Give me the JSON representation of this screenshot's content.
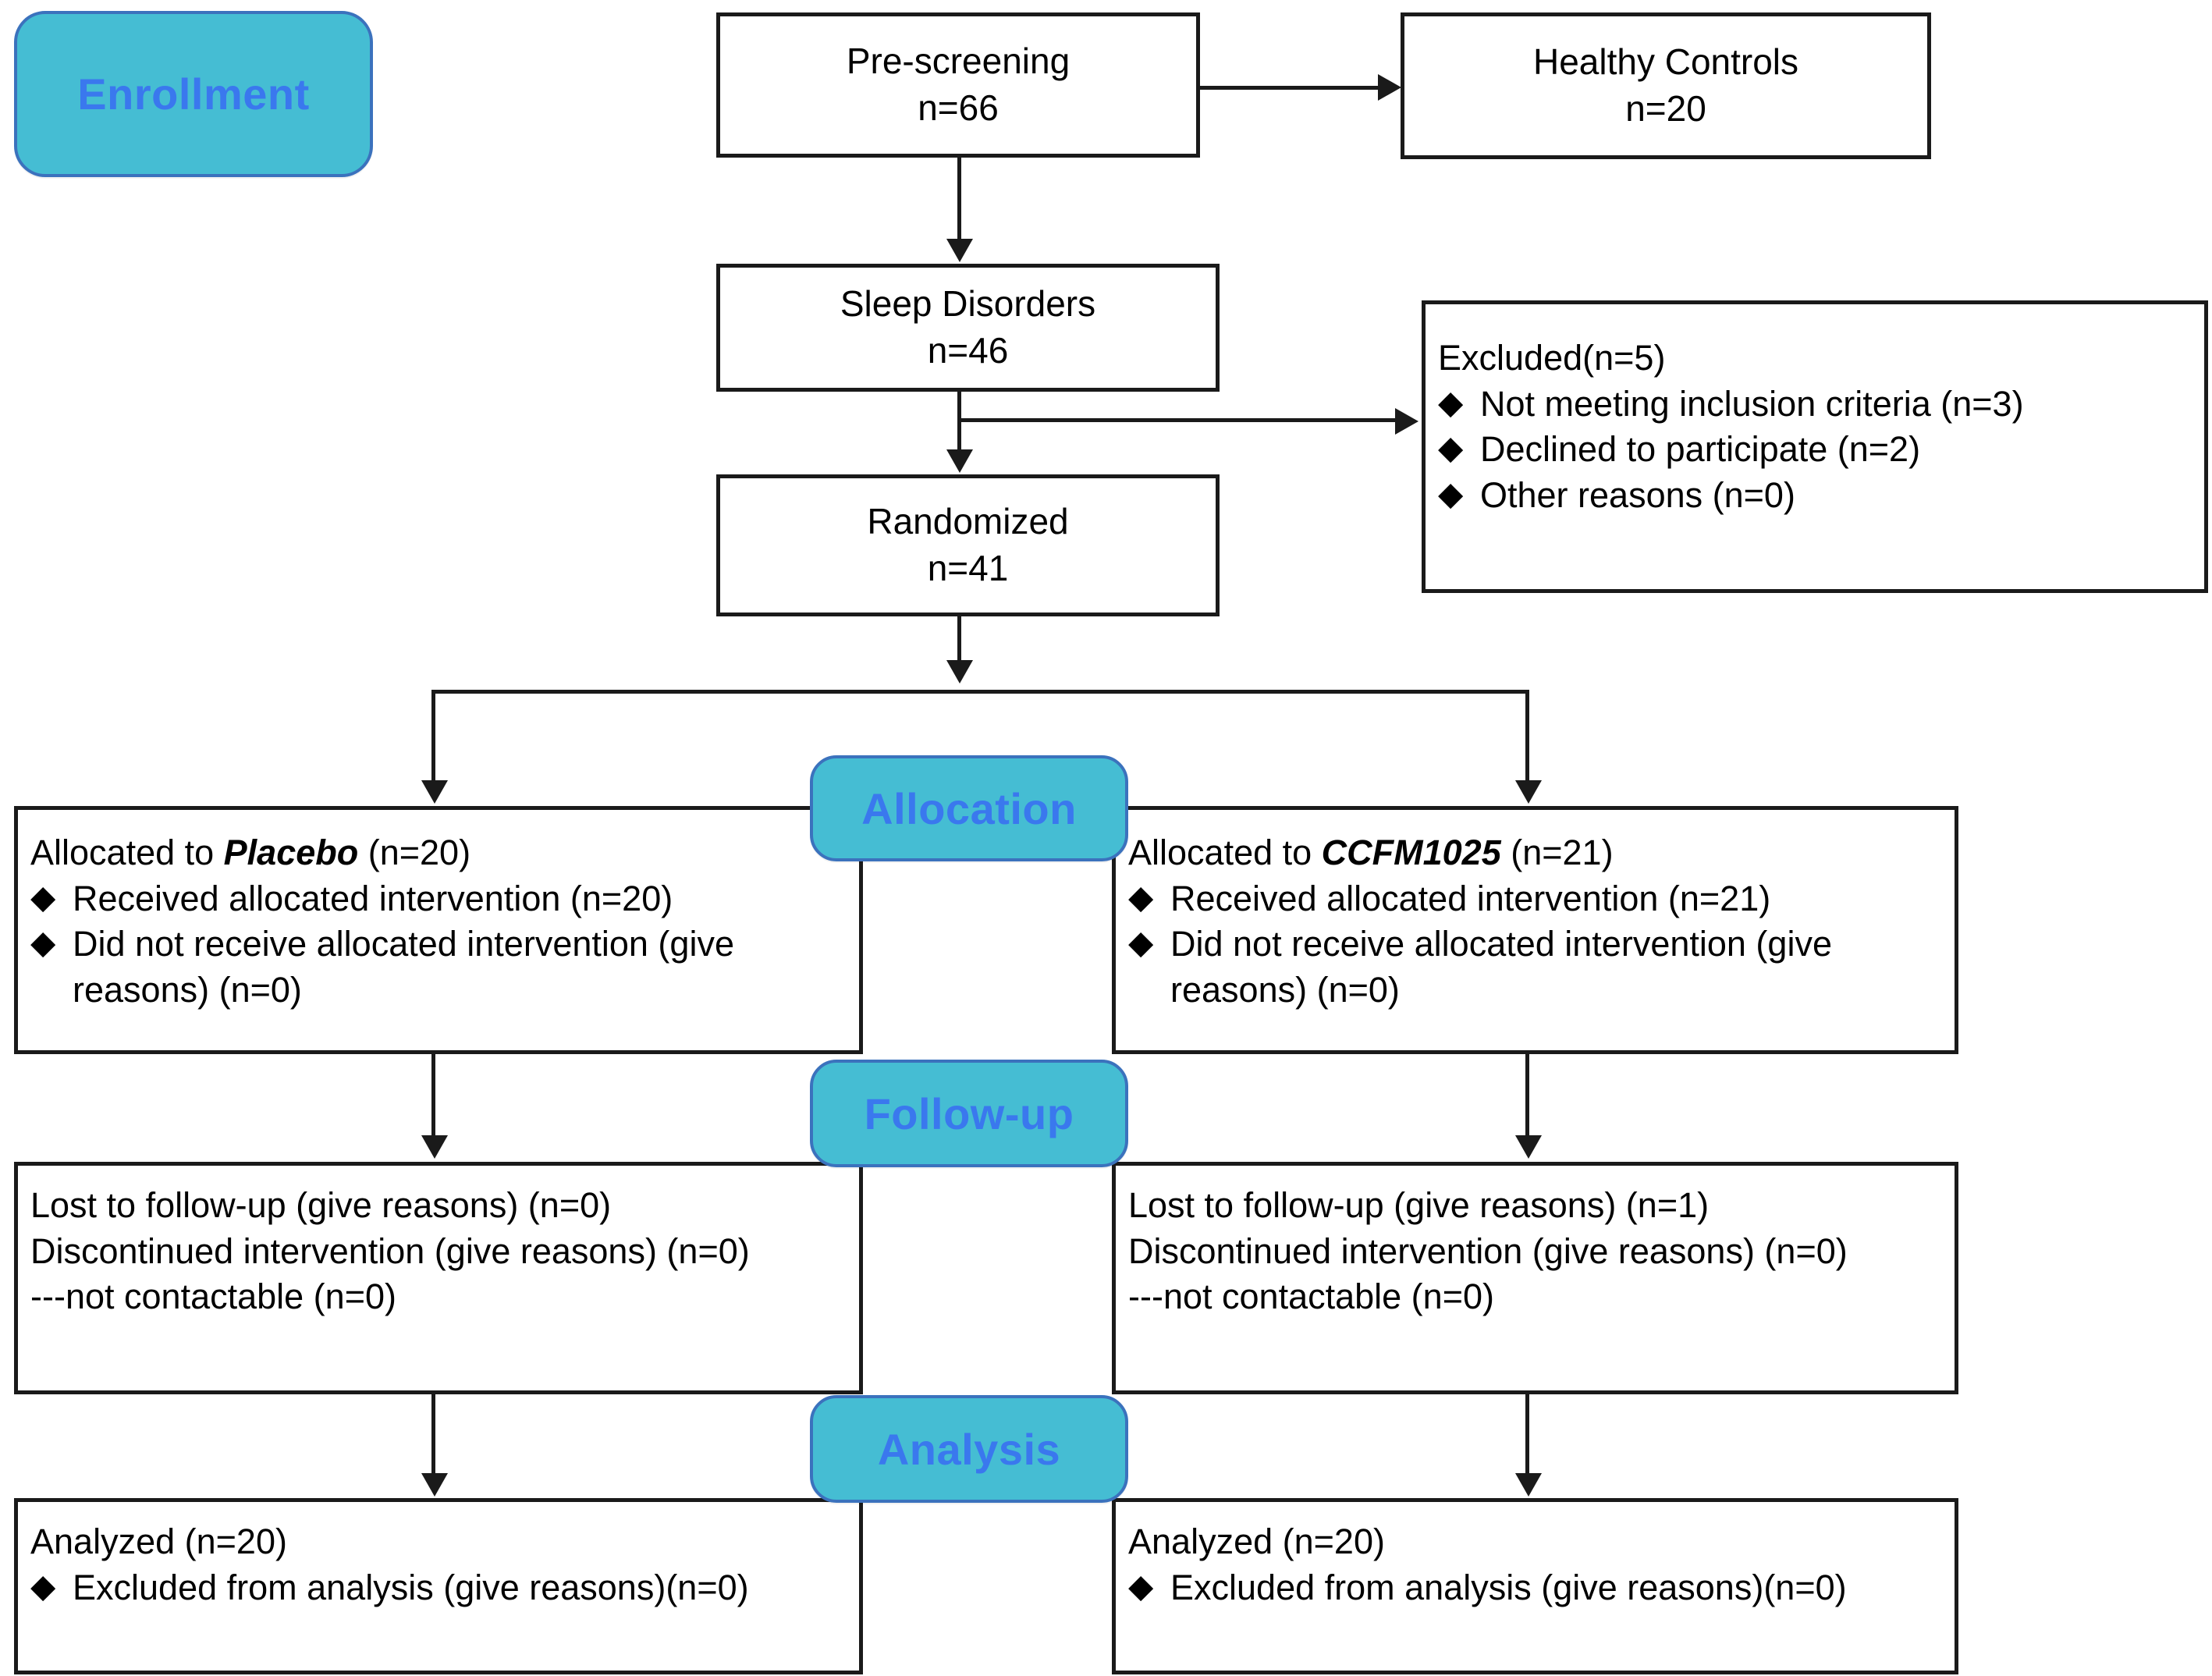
{
  "diagram": {
    "type": "consort-flow-diagram",
    "accent_teal": "#45bdd3",
    "badge_text_color": "#3a78ee",
    "box_border_color": "#1a1a1a",
    "bullet_glyph": "◆"
  },
  "stages": {
    "enrollment": "Enrollment",
    "allocation": "Allocation",
    "followup": "Follow-up",
    "analysis": "Analysis"
  },
  "nodes": {
    "prescreening": {
      "title": "Pre-screening",
      "count": "n=66"
    },
    "healthy_controls": {
      "title": "Healthy Controls",
      "count": "n=20"
    },
    "sleep_disorders": {
      "title": "Sleep Disorders",
      "count": "n=46"
    },
    "randomized": {
      "title": "Randomized",
      "count": "n=41"
    },
    "excluded": {
      "heading": "Excluded(n=5)",
      "items": [
        "Not meeting inclusion criteria (n=3)",
        "Declined to participate (n=2)",
        "Other reasons (n=0)"
      ]
    },
    "alloc_left": {
      "heading_pre": "Allocated to ",
      "heading_em": "Placebo",
      "heading_post": " (n=20)",
      "items": [
        "Received allocated intervention (n=20)",
        "Did not receive allocated intervention (give reasons) (n=0)"
      ]
    },
    "alloc_right": {
      "heading_pre": "Allocated to ",
      "heading_em": "CCFM1025",
      "heading_post": " (n=21)",
      "items": [
        "Received allocated intervention (n=21)",
        "Did not receive allocated intervention (give reasons) (n=0)"
      ]
    },
    "follow_left": {
      "lines": [
        "Lost to follow-up (give reasons) (n=0)",
        "Discontinued intervention (give reasons) (n=0)",
        "---not contactable (n=0)"
      ]
    },
    "follow_right": {
      "lines": [
        "Lost to follow-up (give reasons) (n=1)",
        "Discontinued intervention (give reasons) (n=0)",
        "---not contactable (n=0)"
      ]
    },
    "analysis_left": {
      "heading": "Analyzed (n=20)",
      "items": [
        "Excluded from analysis (give reasons)(n=0)"
      ]
    },
    "analysis_right": {
      "heading": "Analyzed (n=20)",
      "items": [
        "Excluded from analysis (give reasons)(n=0)"
      ]
    }
  }
}
